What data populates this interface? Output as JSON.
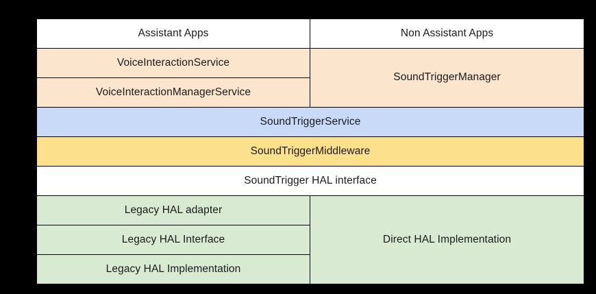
{
  "diagram": {
    "type": "layered-architecture-table",
    "columns": [
      {
        "name": "assistant-apps",
        "header": "Assistant Apps"
      },
      {
        "name": "non-assistant-apps",
        "header": "Non Assistant Apps"
      }
    ],
    "rows": [
      {
        "name": "header-row",
        "cells": [
          {
            "label": "Assistant Apps",
            "fill": "#ffffff"
          },
          {
            "label": "Non Assistant Apps",
            "fill": "#ffffff"
          }
        ]
      },
      {
        "name": "voice-interaction-service-row",
        "cells": [
          {
            "label": "VoiceInteractionService",
            "fill": "#fce5cd"
          },
          {
            "label": "SoundTriggerManager",
            "fill": "#fce5cd",
            "rowspan": 2
          }
        ]
      },
      {
        "name": "voice-interaction-manager-service-row",
        "cells": [
          {
            "label": "VoiceInteractionManagerService",
            "fill": "#fce5cd"
          }
        ]
      },
      {
        "name": "sound-trigger-service-row",
        "cells": [
          {
            "label": "SoundTriggerService",
            "fill": "#c9daf8",
            "colspan": 2
          }
        ]
      },
      {
        "name": "sound-trigger-middleware-row",
        "cells": [
          {
            "label": "SoundTriggerMiddleware",
            "fill": "#fce08c",
            "colspan": 2
          }
        ]
      },
      {
        "name": "sound-trigger-hal-interface-row",
        "cells": [
          {
            "label": "SoundTrigger HAL interface",
            "fill": "#ffffff",
            "colspan": 2
          }
        ]
      },
      {
        "name": "legacy-hal-adapter-row",
        "cells": [
          {
            "label": "Legacy HAL adapter",
            "fill": "#d9ead3"
          },
          {
            "label": "Direct HAL Implementation",
            "fill": "#d9ead3",
            "rowspan": 3
          }
        ]
      },
      {
        "name": "legacy-hal-interface-row",
        "cells": [
          {
            "label": "Legacy HAL Interface",
            "fill": "#d9ead3"
          }
        ]
      },
      {
        "name": "legacy-hal-implementation-row",
        "cells": [
          {
            "label": "Legacy HAL Implementation",
            "fill": "#d9ead3"
          }
        ]
      }
    ],
    "colors": {
      "background": "#000000",
      "border": "#000000",
      "text": "#1a1a1a",
      "white": "#ffffff",
      "peach": "#fce5cd",
      "blue": "#c9daf8",
      "yellow": "#fce08c",
      "green": "#d9ead3"
    }
  }
}
